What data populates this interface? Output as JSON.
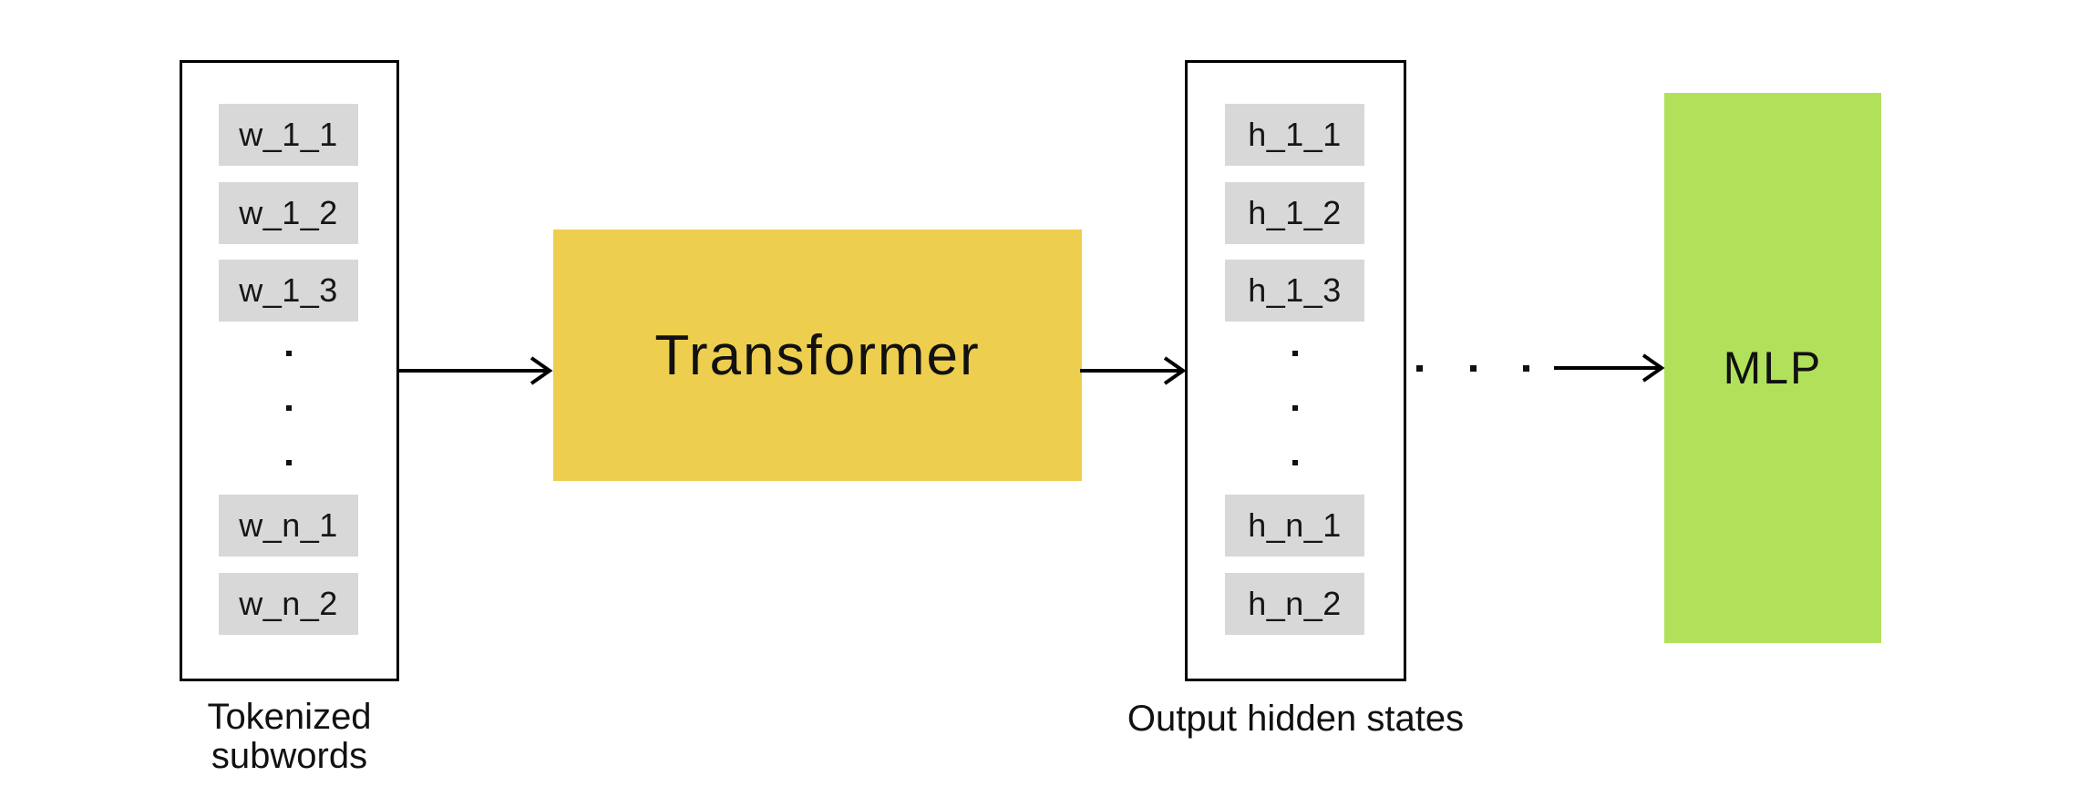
{
  "diagram": {
    "title_none_visible": "",
    "input_column": {
      "tokens": [
        "w_1_1",
        "w_1_2",
        "w_1_3",
        "w_n_1",
        "w_n_2"
      ],
      "caption": "Tokenized subwords",
      "caption_lines": [
        "Tokenized",
        "subwords"
      ]
    },
    "transformer_block": {
      "label": "Transformer",
      "fill": "#EECE4F"
    },
    "output_column": {
      "tokens": [
        "h_1_1",
        "h_1_2",
        "h_1_3",
        "h_n_1",
        "h_n_2"
      ],
      "caption": "Output hidden states"
    },
    "mlp_block": {
      "label": "MLP",
      "fill": "#B1E15B"
    },
    "styles": {
      "token_chip_fill": "#D8D8D8",
      "column_border_color": "#000000",
      "arrow_color": "#000000",
      "text_color": "#111111",
      "background": "#ffffff"
    },
    "ellipsis": {
      "vertical_dots_per_column": 3,
      "horizontal_dots_between_output_and_mlp": 3
    }
  }
}
